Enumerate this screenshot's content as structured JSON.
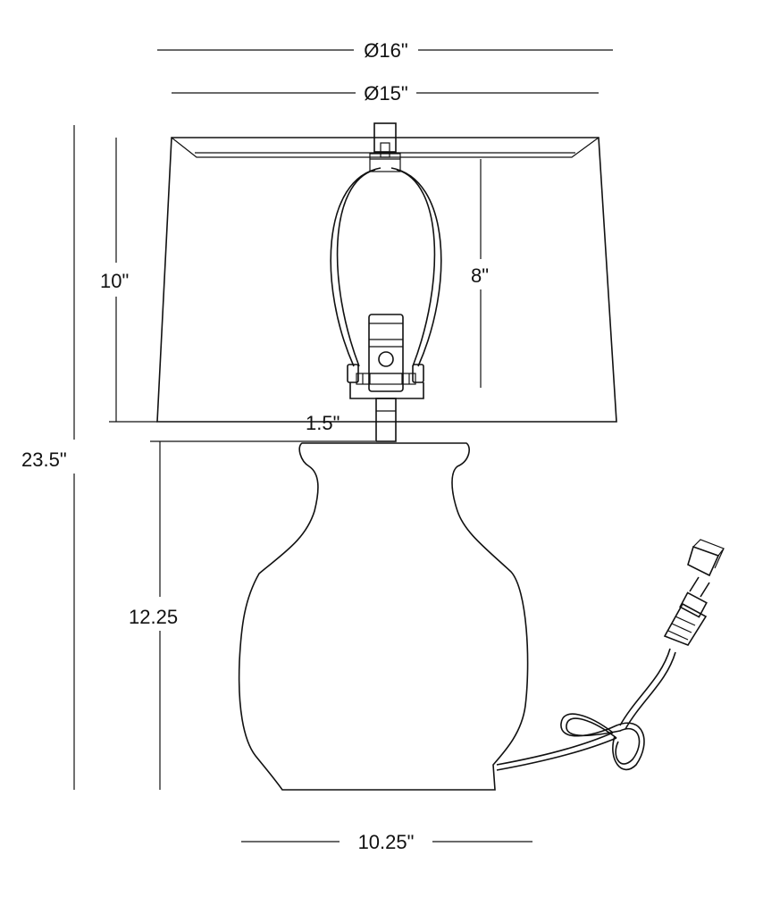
{
  "dimensions": {
    "shade_top_diameter": "Ø16\"",
    "shade_inner_diameter": "Ø15\"",
    "shade_height": "10\"",
    "harp_height": "8\"",
    "overall_height": "23.5\"",
    "neck_height": "1.5\"",
    "base_height": "12.25",
    "base_width": "10.25\""
  },
  "colors": {
    "line": "#111111",
    "background": "#ffffff"
  },
  "icons": [
    "lamp-shade",
    "harp",
    "socket",
    "lamp-base",
    "power-cord",
    "plug"
  ]
}
